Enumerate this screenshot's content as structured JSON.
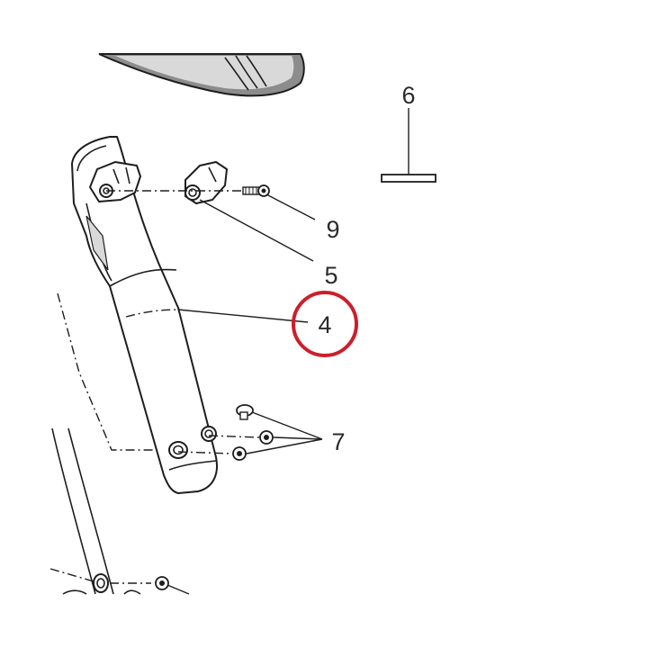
{
  "callouts": {
    "part_4": "4",
    "part_5": "5",
    "part_6": "6",
    "part_7": "7",
    "part_9": "9"
  },
  "highlight": {
    "target": "4",
    "color": "#cc1f2b"
  },
  "colors": {
    "line": "#1e1e1e",
    "fill_grey": "#d9d9d9",
    "fill_dark": "#8c8c8c"
  }
}
